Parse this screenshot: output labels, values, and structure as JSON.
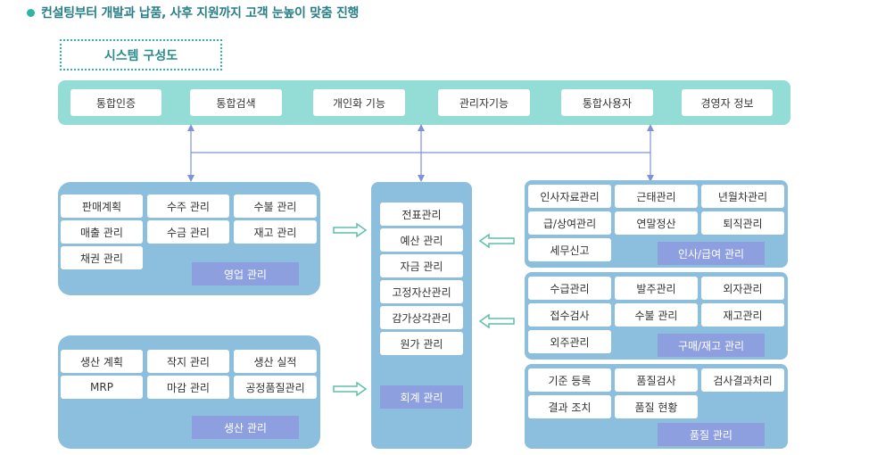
{
  "header": {
    "title": "컨설팅부터 개발과 납품, 사후 지원까지 고객 눈높이 맞춤 진행"
  },
  "system_title": "시스템 구성도",
  "top_items": [
    "통합인증",
    "통합검색",
    "개인화 기능",
    "관리자기능",
    "통합사용자",
    "경영자 정보"
  ],
  "sales": {
    "label": "영업 관리",
    "items": [
      "판매계획",
      "수주 관리",
      "수불 관리",
      "매출 관리",
      "수금 관리",
      "재고 관리",
      "채권 관리"
    ]
  },
  "production": {
    "label": "생산 관리",
    "items": [
      "생산 계획",
      "작지 관리",
      "생산 실적",
      "MRP",
      "마감 관리",
      "공정품질관리"
    ]
  },
  "accounting": {
    "label": "회계 관리",
    "items": [
      "전표관리",
      "예산  관리",
      "자금  관리",
      "고정자산관리",
      "감가상각관리",
      "원가  관리"
    ]
  },
  "hr": {
    "label": "인사/급여 관리",
    "items": [
      "인사자료관리",
      "근태관리",
      "년월차관리",
      "급/상여관리",
      "연말정산",
      "퇴직관리",
      "세무신고"
    ]
  },
  "purchase": {
    "label": "구매/재고 관리",
    "items": [
      "수급관리",
      "발주관리",
      "외자관리",
      "접수검사",
      "수불 관리",
      "재고관리",
      "외주관리"
    ]
  },
  "quality": {
    "label": "품질 관리",
    "items": [
      "기준 등록",
      "품질검사",
      "검사결과처리",
      "결과 조치",
      "품질 현황"
    ]
  },
  "colors": {
    "accent": "#2fb5a5",
    "top_bar": "#94ddd6",
    "panel": "#8cbedd",
    "label": "#8e9fe0",
    "arrow": "#7f92d6",
    "hollow_arrow": "#5fbfa8"
  }
}
